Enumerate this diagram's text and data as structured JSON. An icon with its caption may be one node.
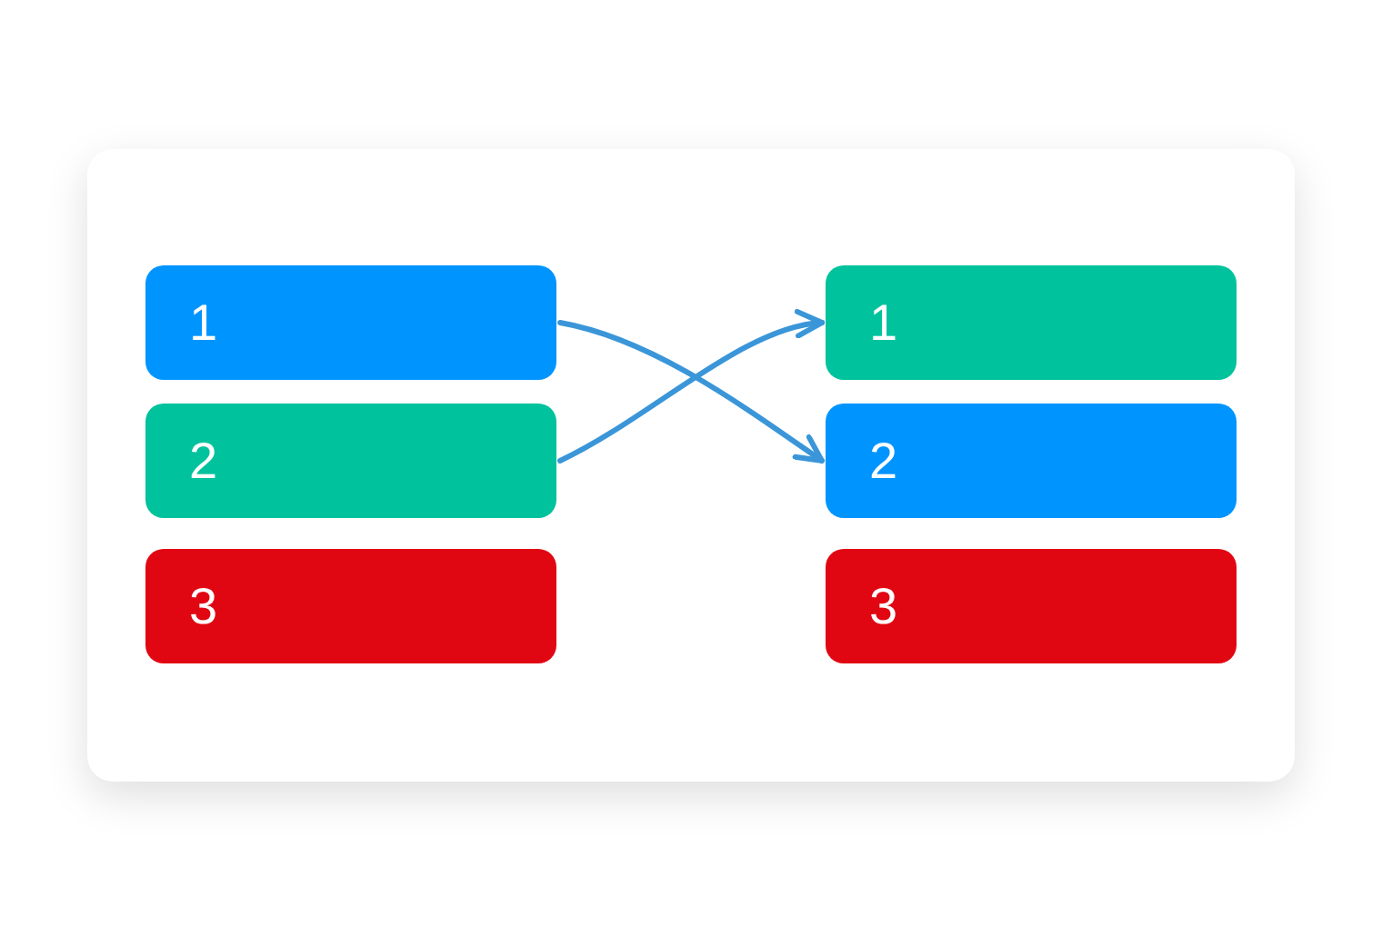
{
  "diagram": {
    "nodes": [
      {
        "text": [
          "1"
        ]
      },
      {
        "text": [
          "2"
        ]
      },
      {
        "text": [
          "3"
        ]
      },
      {
        "text": [
          "1"
        ]
      },
      {
        "text": [
          "2"
        ]
      },
      {
        "text": [
          "3"
        ]
      }
    ],
    "edges": [
      {
        "from": 0,
        "to": 4,
        "arrow": "to"
      },
      {
        "from": 1,
        "to": 3,
        "arrow": "to"
      }
    ]
  }
}
